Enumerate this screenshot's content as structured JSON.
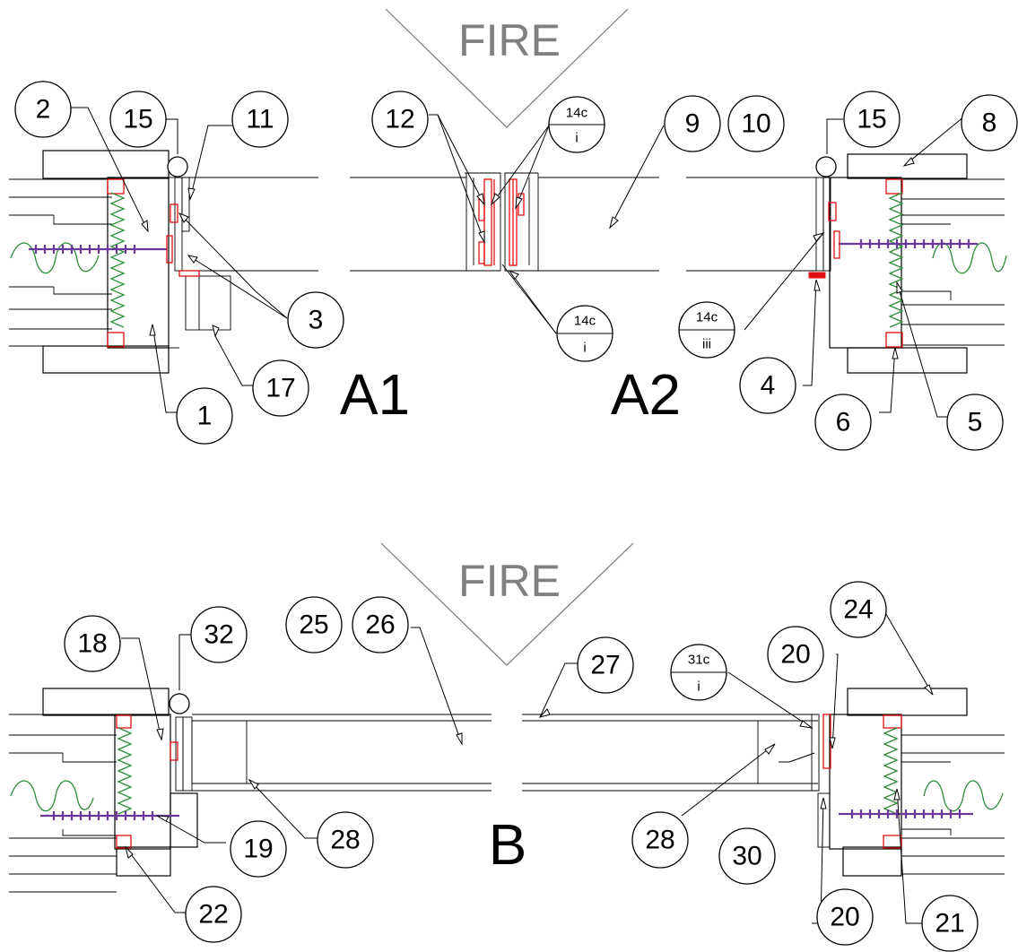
{
  "fire_labels": [
    "FIRE",
    "FIRE"
  ],
  "section_labels": {
    "a1": "A1",
    "a2": "A2",
    "b": "B"
  },
  "callouts": {
    "c1": "1",
    "c2": "2",
    "c3": "3",
    "c4": "4",
    "c5": "5",
    "c6": "6",
    "c8": "8",
    "c9": "9",
    "c10": "10",
    "c11": "11",
    "c12": "12",
    "c15a": "15",
    "c15b": "15",
    "c17": "17",
    "c18": "18",
    "c19": "19",
    "c20a": "20",
    "c20b": "20",
    "c21": "21",
    "c22": "22",
    "c24": "24",
    "c25": "25",
    "c26": "26",
    "c27": "27",
    "c28a": "28",
    "c28b": "28",
    "c30": "30",
    "c32": "32"
  },
  "split_callouts": {
    "s14c_top": {
      "top": "14c",
      "bottom": "i"
    },
    "s14c_mid": {
      "top": "14c",
      "bottom": "i"
    },
    "s14c_right": {
      "top": "14c",
      "bottom": "iii"
    },
    "s31c": {
      "top": "31c",
      "bottom": "i"
    }
  },
  "colors": {
    "outline": "#000000",
    "intumescent": "#e01010",
    "insulation": "#2e8b3a",
    "screw": "#6a3a9a",
    "fire_text": "#808080"
  }
}
